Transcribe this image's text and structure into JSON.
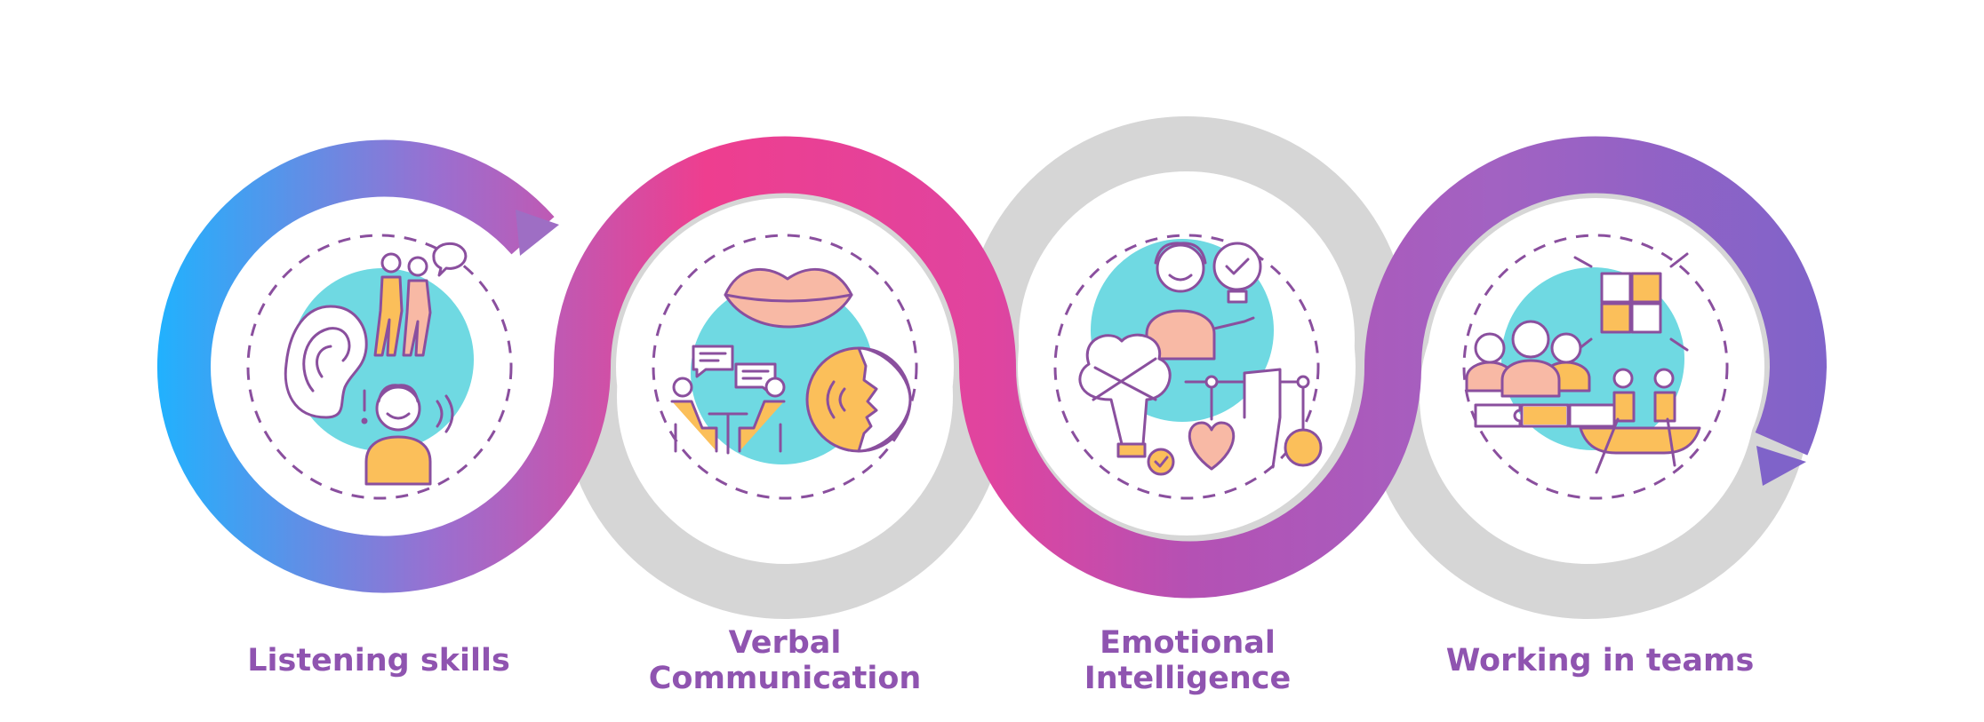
{
  "steps": [
    {
      "id": "listening",
      "lines": [
        "Listening skills"
      ],
      "icon": "listening-skills-icon"
    },
    {
      "id": "verbal",
      "lines": [
        "Verbal",
        "Communication"
      ],
      "icon": "verbal-communication-icon"
    },
    {
      "id": "emotional",
      "lines": [
        "Emotional",
        "Intelligence"
      ],
      "icon": "emotional-intelligence-icon"
    },
    {
      "id": "teams",
      "lines": [
        "Working in teams"
      ],
      "icon": "teamwork-icon"
    }
  ],
  "colors": {
    "label": "#8f54b0",
    "ring_gray": "#d6d6d6",
    "gradient_blue": "#1eb3ff",
    "gradient_pink": "#ee3e8f",
    "gradient_purple": "#7f63c9",
    "accent_teal": "#6fd9e2",
    "accent_orange": "#fbbf5a",
    "accent_peach": "#f8b9a5",
    "icon_stroke": "#8a4f9e"
  }
}
